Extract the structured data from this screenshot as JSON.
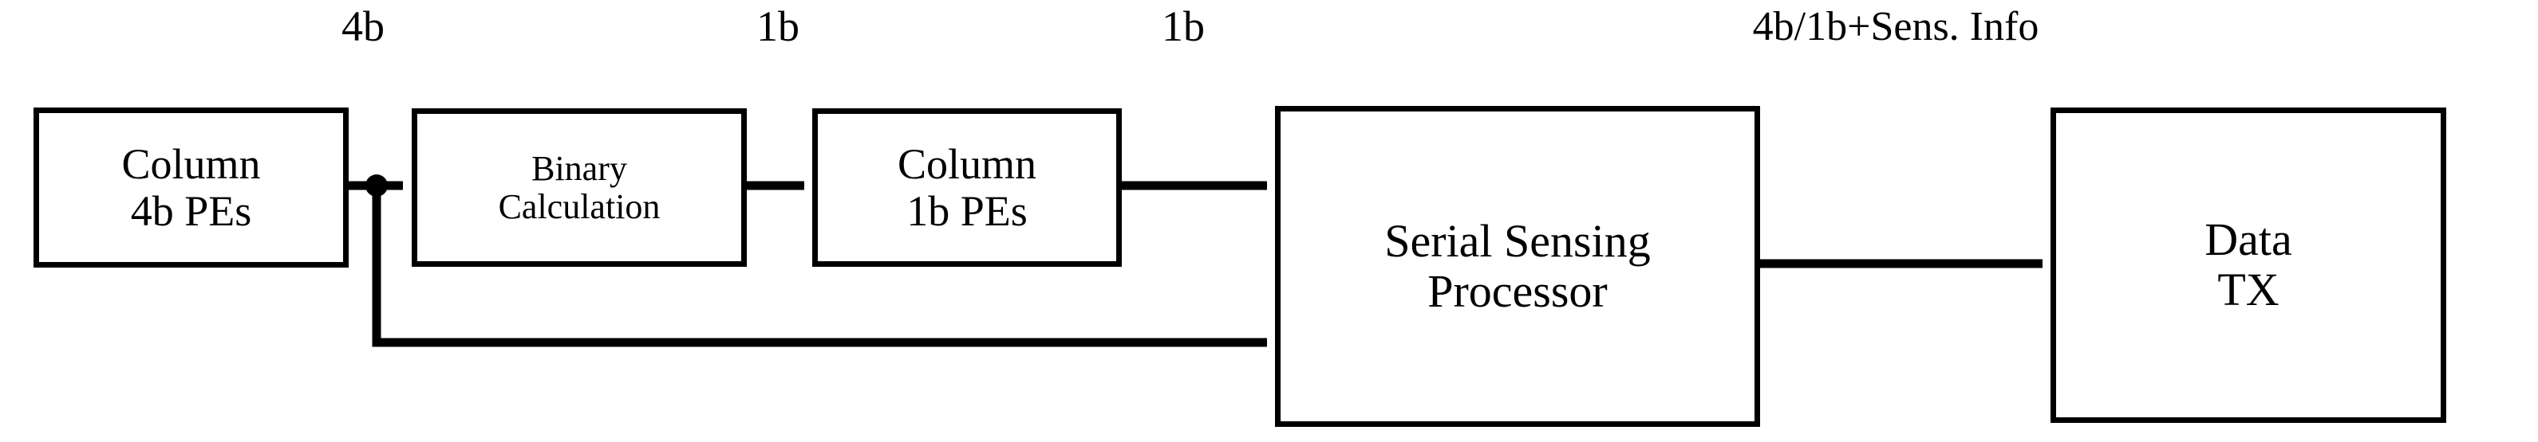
{
  "diagram": {
    "title": "Column processing pipeline block diagram",
    "background_color": "#ffffff",
    "stroke_color": "#000000",
    "blocks": [
      {
        "id": "column-4b-pes",
        "line1": "Column",
        "line2": "4b PEs"
      },
      {
        "id": "binary-calculation",
        "line1": "Binary",
        "line2": "Calculation"
      },
      {
        "id": "column-1b-pes",
        "line1": "Column",
        "line2": "1b PEs"
      },
      {
        "id": "serial-sensing-processor",
        "line1": "Serial Sensing",
        "line2": "Processor"
      },
      {
        "id": "data-tx",
        "line1": "Data",
        "line2": "TX"
      }
    ],
    "edge_labels": [
      {
        "id": "edge-label-4b-column-to-binary",
        "text": "4b"
      },
      {
        "id": "edge-label-1b-binary-to-column1b",
        "text": "1b"
      },
      {
        "id": "edge-label-1b-column1b-to-processor",
        "text": "1b"
      },
      {
        "id": "edge-label-processor-to-datatx",
        "text": "4b/1b+Sens. Info"
      }
    ],
    "connections": [
      {
        "from": "column-4b-pes",
        "to": "binary-calculation",
        "label": "4b",
        "style": "arrow-with-junction-dot"
      },
      {
        "from": "column-4b-pes",
        "to": "serial-sensing-processor",
        "label": "4b",
        "style": "branch-down-then-right-arrow"
      },
      {
        "from": "binary-calculation",
        "to": "column-1b-pes",
        "label": "1b",
        "style": "arrow"
      },
      {
        "from": "column-1b-pes",
        "to": "serial-sensing-processor",
        "label": "1b",
        "style": "arrow"
      },
      {
        "from": "serial-sensing-processor",
        "to": "data-tx",
        "label": "4b/1b+Sens. Info",
        "style": "arrow"
      }
    ]
  }
}
